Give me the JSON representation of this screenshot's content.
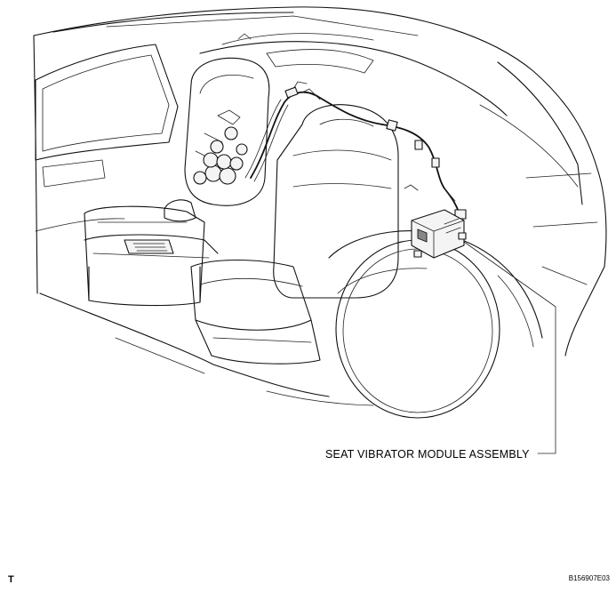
{
  "callouts": {
    "seat_vibrator_module": "SEAT VIBRATOR MODULE ASSEMBLY"
  },
  "footer": {
    "corner_mark": "T",
    "figure_code": "B156907E03"
  }
}
